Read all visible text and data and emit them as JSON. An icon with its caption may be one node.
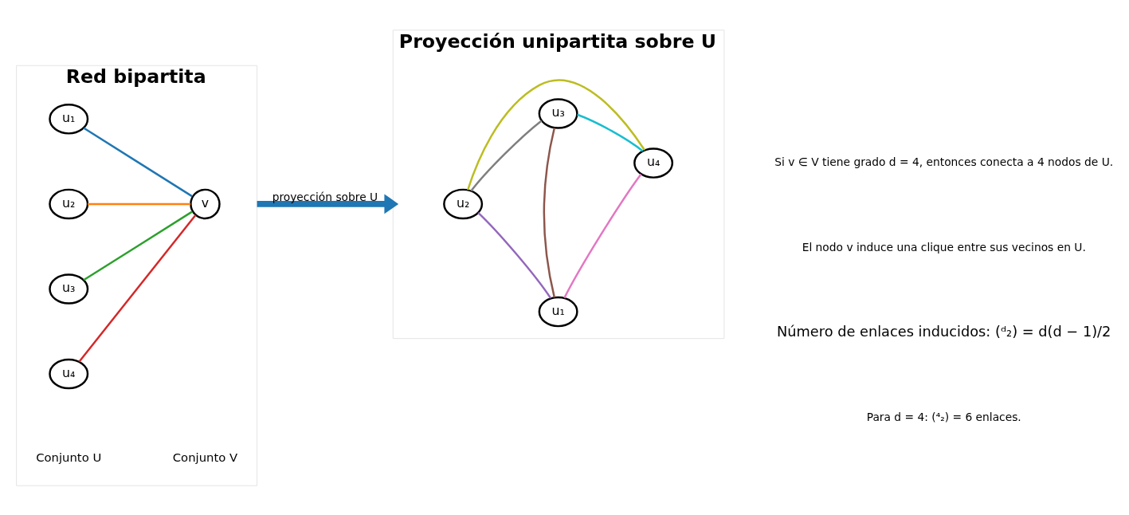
{
  "diagram": {
    "nodes": [
      {
        "text": [
          "Red bipartita"
        ]
      },
      {
        "text": [
          "u₄"
        ],
        "in": 0
      },
      {
        "text": [
          "u₃"
        ],
        "in": 0
      },
      {
        "text": [
          "u₂"
        ],
        "in": 0
      },
      {
        "text": [
          "u₁"
        ],
        "in": 0
      },
      {
        "text": [
          "v"
        ],
        "in": 0
      },
      {
        "text": [
          "Proyección unipartita sobre U"
        ]
      },
      {
        "text": [
          "u₁"
        ],
        "in": 6
      },
      {
        "text": [
          "u₂"
        ],
        "in": 6
      },
      {
        "text": [
          "u₄"
        ],
        "in": 6
      },
      {
        "text": [
          "u₃"
        ],
        "in": 6
      }
    ],
    "edges": [
      {
        "from": 1,
        "to": 5,
        "arrow": "none",
        "color": "#d62728"
      },
      {
        "from": 2,
        "to": 5,
        "arrow": "none",
        "color": "#2ca02c"
      },
      {
        "from": 3,
        "to": 5,
        "arrow": "none",
        "color": "#ff7f0e"
      },
      {
        "from": 4,
        "to": 5,
        "arrow": "none",
        "color": "#1f77b4"
      },
      {
        "from": 0,
        "to": 6,
        "arrow": "to",
        "label": "proyección sobre U",
        "style": "thick",
        "color": "#1f77b4"
      },
      {
        "from": 7,
        "to": 8,
        "arrow": "none",
        "color": "#9467bd"
      },
      {
        "from": 7,
        "to": 10,
        "arrow": "none",
        "color": "#8c564b"
      },
      {
        "from": 7,
        "to": 9,
        "arrow": "none",
        "color": "#e377c2"
      },
      {
        "from": 8,
        "to": 9,
        "arrow": "none",
        "color": "#bcbd22"
      },
      {
        "from": 8,
        "to": 10,
        "arrow": "none",
        "color": "#7f7f7f"
      },
      {
        "from": 10,
        "to": 9,
        "arrow": "none",
        "color": "#17becf"
      }
    ],
    "labels": [
      "Conjunto U",
      "Conjunto V",
      "Si v ∈ V tiene grado d = 4, entonces conecta a 4 nodos de U.",
      "El nodo v induce una clique entre sus vecinos en U.",
      "Número de enlaces inducidos: (ᵈ₂) = d(d − 1)/2",
      "Para d = 4: (⁴₂) = 6 enlaces."
    ]
  }
}
